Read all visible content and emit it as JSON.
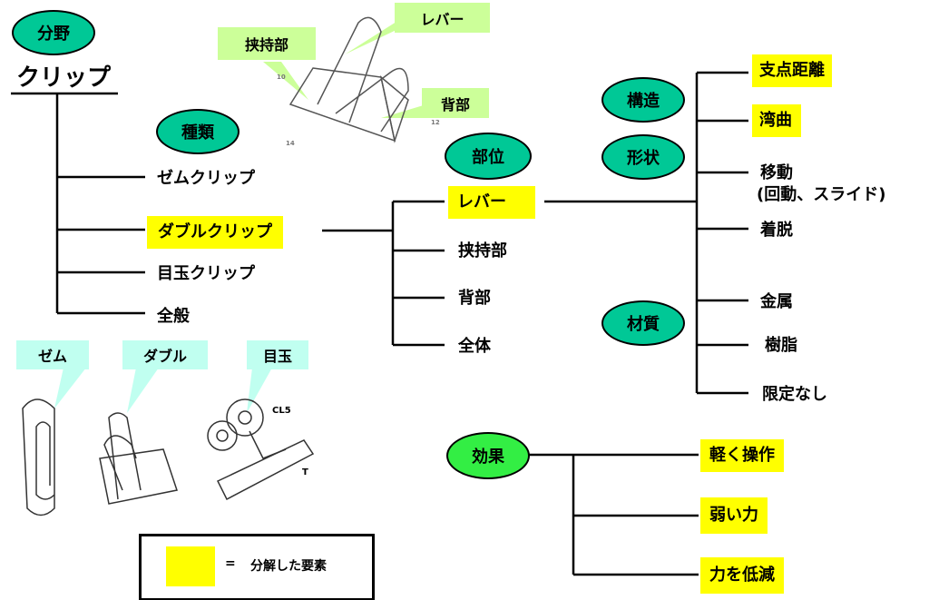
{
  "field": {
    "badge": "分野",
    "title": "クリップ"
  },
  "types": {
    "badge": "種類",
    "items": [
      "ゼムクリップ",
      "ダブルクリップ",
      "目玉クリップ",
      "全般"
    ]
  },
  "parts": {
    "badge": "部位",
    "items": [
      "レバー",
      "挟持部",
      "背部",
      "全体"
    ]
  },
  "attributes": {
    "structure_badge": "構造",
    "shape_badge": "形状",
    "material_badge": "材質",
    "items": [
      "支点距離",
      "湾曲",
      "移動",
      "(回動、スライド)",
      "着脱",
      "金属",
      "樹脂",
      "限定なし"
    ]
  },
  "effect": {
    "badge": "効果",
    "items": [
      "軽く操作",
      "弱い力",
      "力を低減"
    ]
  },
  "figure_callouts": {
    "clamp": "挟持部",
    "lever": "レバー",
    "back": "背部"
  },
  "clip_callouts": {
    "gem": "ゼム",
    "double": "ダブル",
    "eye": "目玉"
  },
  "drawing_labels": {
    "cl5": "CL5",
    "t": "T"
  },
  "legend": {
    "eq": "=",
    "text": "分解した要素"
  },
  "colors": {
    "badge": "#00c896",
    "effect_badge": "#33ee44",
    "highlight": "#ffff00"
  }
}
